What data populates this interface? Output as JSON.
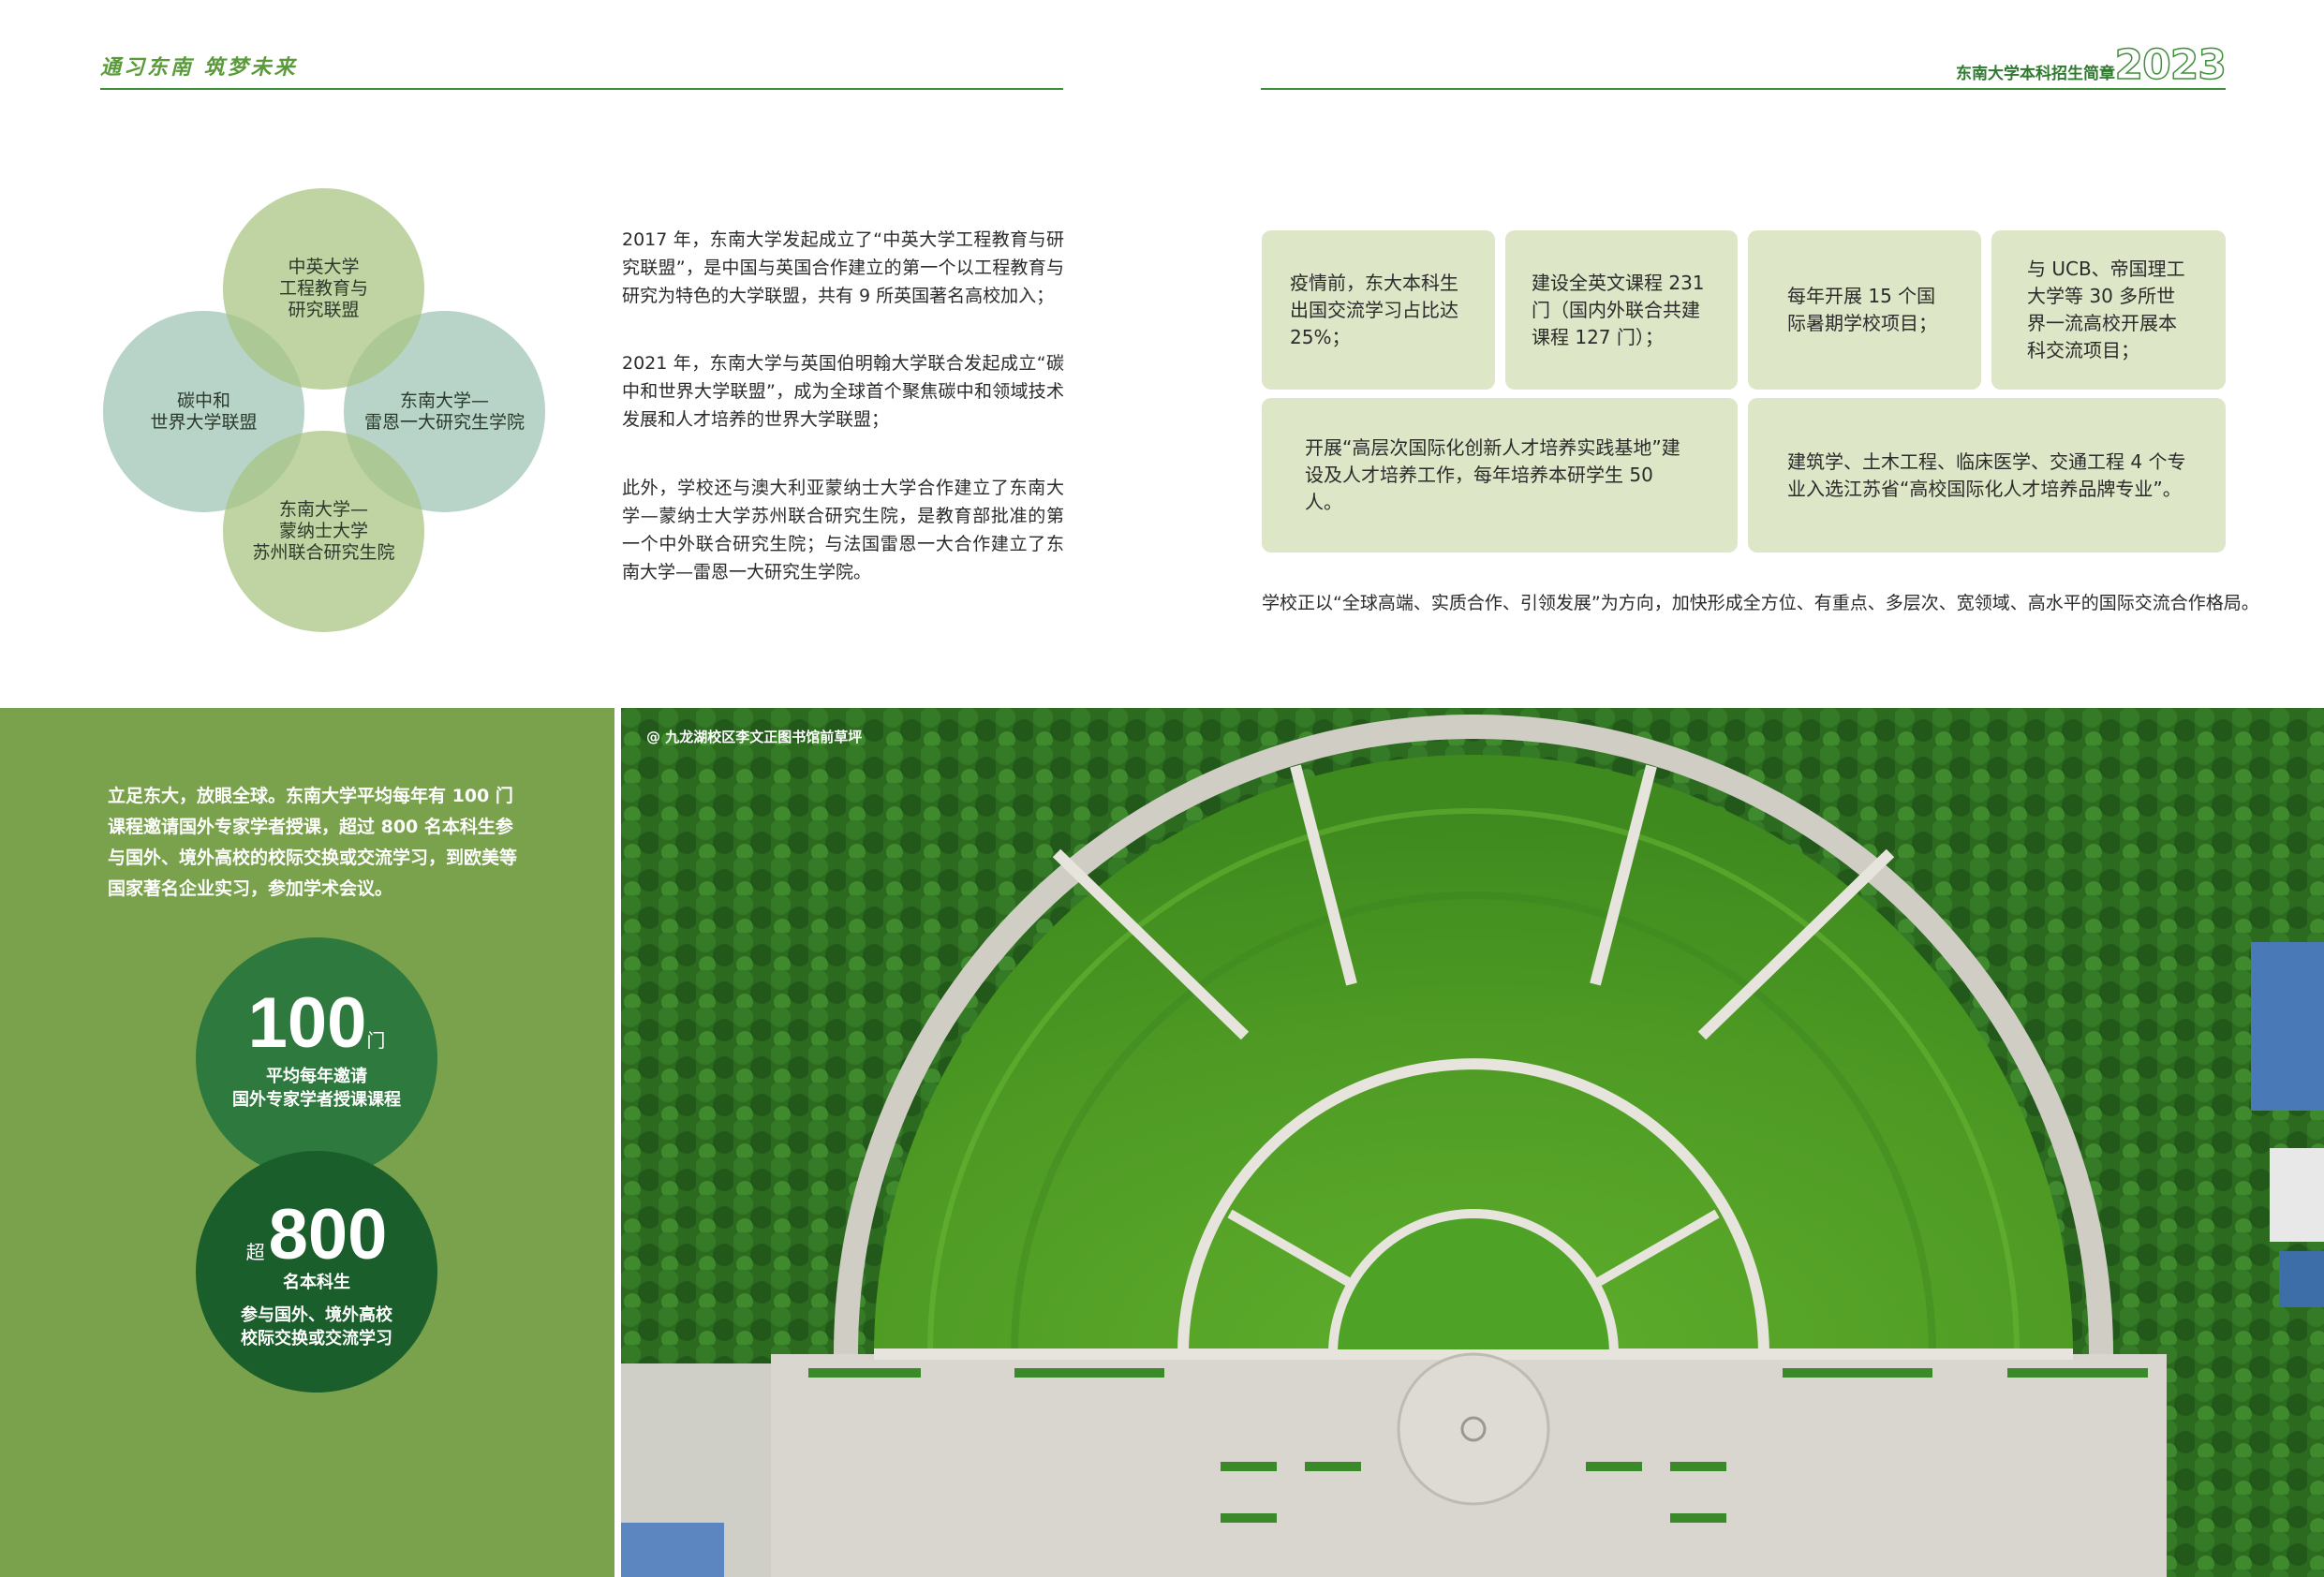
{
  "header": {
    "slogan": "通习东南 筑梦未来",
    "brochure_title": "东南大学本科招生简章",
    "year": "2023"
  },
  "venn": {
    "top": "中英大学\n工程教育与\n研究联盟",
    "left": "碳中和\n世界大学联盟",
    "right": "东南大学—\n雷恩一大研究生学院",
    "bottom": "东南大学—\n蒙纳士大学\n苏州联合研究生院"
  },
  "paragraphs": {
    "p1": "2017 年，东南大学发起成立了“中英大学工程教育与研究联盟”，是中国与英国合作建立的第一个以工程教育与研究为特色的大学联盟，共有 9 所英国著名高校加入；",
    "p2": "2021 年，东南大学与英国伯明翰大学联合发起成立“碳中和世界大学联盟”，成为全球首个聚焦碳中和领域技术发展和人才培养的世界大学联盟；",
    "p3": "此外，学校还与澳大利亚蒙纳士大学合作建立了东南大学—蒙纳士大学苏州联合研究生院，是教育部批准的第一个中外联合研究生院；与法国雷恩一大合作建立了东南大学—雷恩一大研究生学院。"
  },
  "boxes": {
    "b1": "疫情前，东大本科生出国交流学习占比达 25%；",
    "b2": "建设全英文课程 231 门（国内外联合共建课程 127 门）；",
    "b3": "每年开展 15 个国际暑期学校项目；",
    "b4": "与 UCB、帝国理工大学等 30 多所世界一流高校开展本科交流项目；",
    "b5": "开展“高层次国际化创新人才培养实践基地”建设及人才培养工作，每年培养本研学生 50 人。",
    "b6": "建筑学、土木工程、临床医学、交通工程 4 个专业入选江苏省“高校国际化人才培养品牌专业”。"
  },
  "summary": "学校正以“全球高端、实质合作、引领发展”为方向，加快形成全方位、有重点、多层次、宽领域、高水平的国际交流合作格局。",
  "panel": {
    "text": "立足东大，放眼全球。东南大学平均每年有 100 门课程邀请国外专家学者授课，超过 800 名本科生参与国外、境外高校的校际交换或交流学习，到欧美等国家著名企业实习，参加学术会议。"
  },
  "stats": {
    "s1": {
      "number": "100",
      "unit": "门",
      "line1": "平均每年邀请",
      "line2": "国外专家学者授课课程"
    },
    "s2": {
      "prefix": "超",
      "number": "800",
      "line1": "名本科生",
      "line2": "参与国外、境外高校",
      "line3": "校际交换或交流学习"
    }
  },
  "photo": {
    "caption": "@ 九龙湖校区李文正图书馆前草坪"
  },
  "colors": {
    "accent": "#3f8f3a",
    "panel_green": "#7aa24c",
    "box_bg": "#dde6c6"
  }
}
